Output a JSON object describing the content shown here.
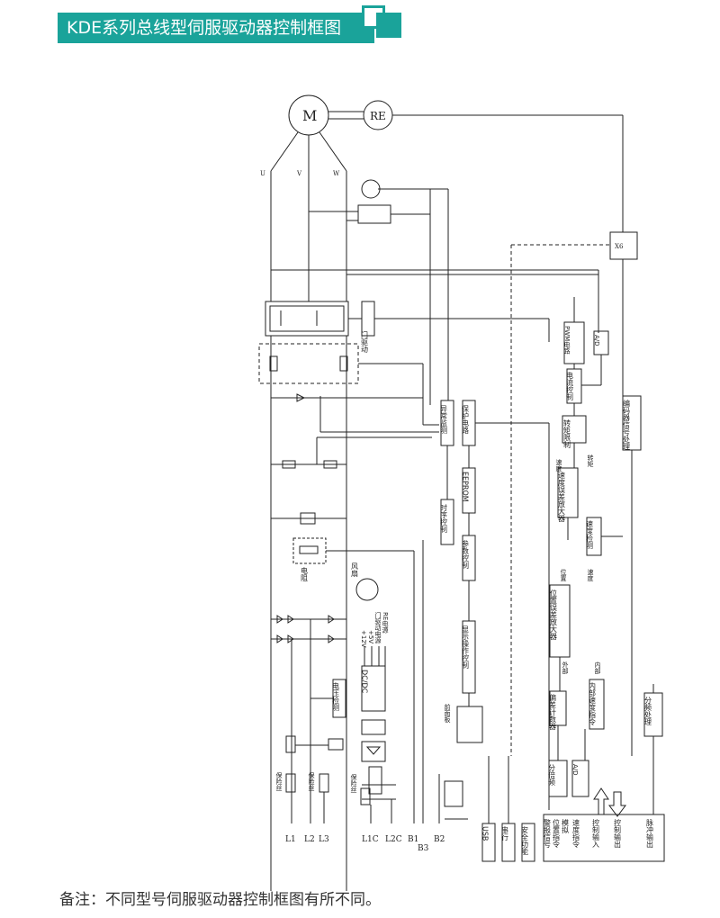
{
  "header": {
    "title": "KDE系列总线型伺服驱动器控制框图"
  },
  "footnote": "备注：不同型号伺服驱动器控制框图有所不同。",
  "motor": {
    "m": "M",
    "re": "RE",
    "phases": [
      "U",
      "V",
      "W"
    ]
  },
  "blocks": {
    "gate_drive": "门驱动",
    "abnormal": "异常监测",
    "protect": "保护电路",
    "eeprom": "EEPROM",
    "timing": "时序控制",
    "param": "参数控制",
    "display": "显示操作控制",
    "panel": "前面板",
    "pwm": "PWM电路",
    "ad1": "A/D",
    "current_ctrl": "电流控制",
    "torque_limit": "转矩限制",
    "speed_amp": "速度误差放大器",
    "speed_detect": "速度检测",
    "pos_amp": "位置误差放大器",
    "dev_counter": "偏差计数器",
    "internal_speed": "内部速度指令",
    "divider": "分倍频",
    "ad2": "A/D",
    "encoder_proc": "编码器信号处理",
    "freq_div": "分频处理",
    "x6": "X6",
    "voltage_detect": "电压检测",
    "dcdc": "DC/DC",
    "fan": "风扇",
    "resistor": "电阻",
    "fuse": "保险丝",
    "usb": "USB",
    "serial": "串行",
    "safety": "安全功能"
  },
  "power_outputs": [
    "+12V",
    "+5V",
    "门驱动电源",
    "RE电源"
  ],
  "switch_labels": {
    "speed": "速度",
    "torque": "转矩",
    "position": "位置",
    "external": "外部",
    "internal": "内部"
  },
  "terminals": [
    "L1",
    "L2",
    "L3",
    "L1C",
    "L2C",
    "B1",
    "B3",
    "B2"
  ],
  "io_labels": {
    "alarm": "警报信号",
    "pos_cmd": "位置指令",
    "analog": "模拟",
    "speed_cmd": "速度指令",
    "control_in": "控制输入",
    "control_out": "控制输出",
    "pulse_out": "脉冲输出"
  }
}
